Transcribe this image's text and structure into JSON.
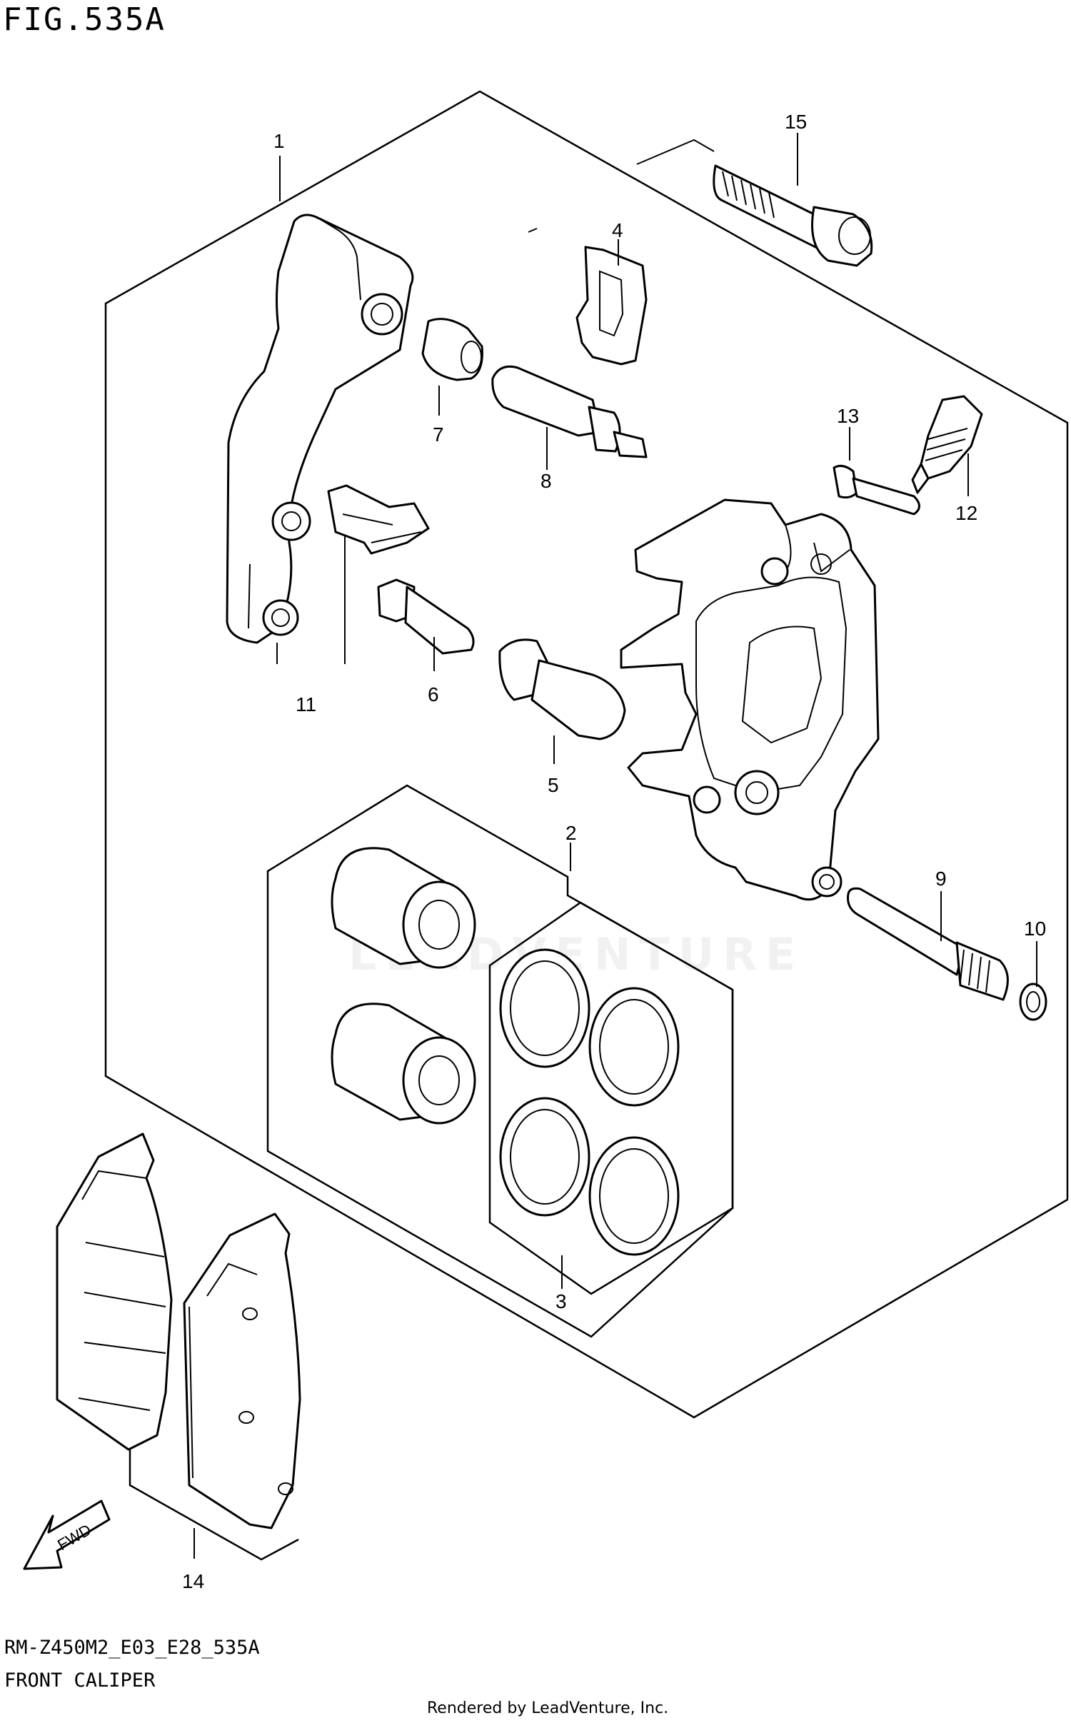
{
  "figure": {
    "title": "FIG.535A",
    "model_code": "RM-Z450M2_E03_E28_535A",
    "name": "FRONT CALIPER",
    "rendered_by": "Rendered by LeadVenture, Inc.",
    "watermark": "LEADVENTURE"
  },
  "callouts": [
    {
      "id": "1",
      "label": "1"
    },
    {
      "id": "2",
      "label": "2"
    },
    {
      "id": "3",
      "label": "3"
    },
    {
      "id": "4",
      "label": "4"
    },
    {
      "id": "5",
      "label": "5"
    },
    {
      "id": "6",
      "label": "6"
    },
    {
      "id": "7",
      "label": "7"
    },
    {
      "id": "8",
      "label": "8"
    },
    {
      "id": "9",
      "label": "9"
    },
    {
      "id": "10",
      "label": "10"
    },
    {
      "id": "11",
      "label": "11"
    },
    {
      "id": "12",
      "label": "12"
    },
    {
      "id": "13",
      "label": "13"
    },
    {
      "id": "14",
      "label": "14"
    },
    {
      "id": "15",
      "label": "15"
    }
  ],
  "fwd_arrow": {
    "label": "FWD"
  }
}
